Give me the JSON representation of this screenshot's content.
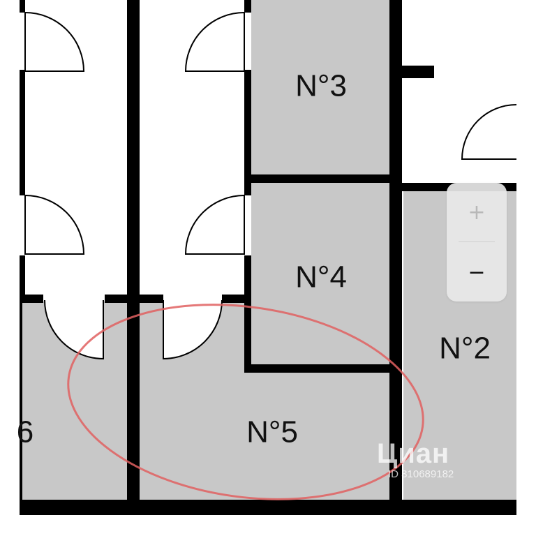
{
  "rooms": {
    "n2": "N°2",
    "n3": "N°3",
    "n4": "N°4",
    "n5": "N°5",
    "n6": "6"
  },
  "zoom": {
    "in_label": "+",
    "out_label": "−"
  },
  "watermark": {
    "logo": "Циан",
    "listing_id": "ID 310689182"
  },
  "colors": {
    "wall": "#000000",
    "room_fill": "#c8c8c8",
    "highlight": "#e06060"
  },
  "icons": {
    "zoom_in": "plus-icon",
    "zoom_out": "minus-icon"
  }
}
